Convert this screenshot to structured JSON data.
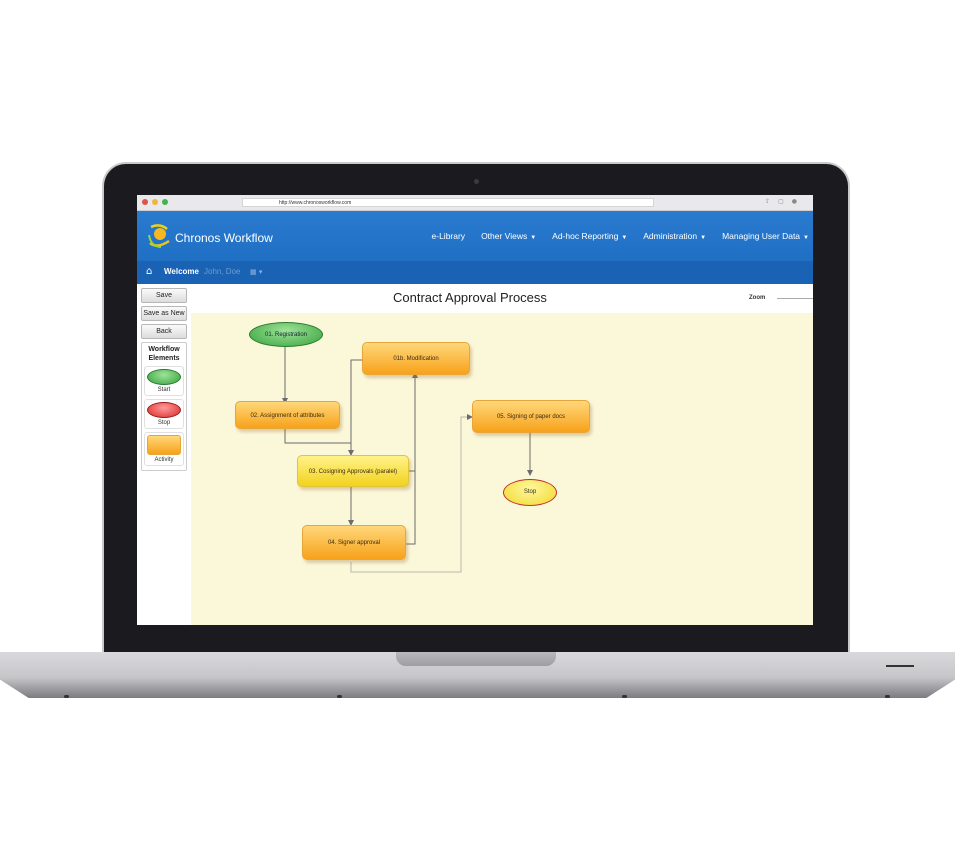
{
  "browser": {
    "url": "http://www.chronosworkflow.com",
    "traffic_lights": [
      "#e0524a",
      "#f2b53a",
      "#3fb54a"
    ],
    "toolbar_icons": [
      "share-icon",
      "tabs-icon",
      "settings-icon"
    ]
  },
  "app": {
    "brand": "Chronos Workflow",
    "nav": [
      {
        "label": "e-Library",
        "dropdown": false
      },
      {
        "label": "Other Views",
        "dropdown": true
      },
      {
        "label": "Ad-hoc Reporting",
        "dropdown": true
      },
      {
        "label": "Administration",
        "dropdown": true
      },
      {
        "label": "Managing User Data",
        "dropdown": true
      }
    ],
    "welcome_label": "Welcome",
    "user_name": "John, Doe",
    "dropdown_caret": "▾"
  },
  "sidebar": {
    "buttons": [
      "Save",
      "Save as New",
      "Back"
    ],
    "palette_title_line1": "Workflow",
    "palette_title_line2": "Elements",
    "palette_items": [
      "Start",
      "Stop",
      "Activity"
    ]
  },
  "page": {
    "title": "Contract Approval Process",
    "zoom_label": "Zoom"
  },
  "workflow": {
    "nodes": [
      {
        "id": "n1",
        "label": "01. Registration",
        "type": "start"
      },
      {
        "id": "n1b",
        "label": "01b. Modification",
        "type": "activity"
      },
      {
        "id": "n2",
        "label": "02. Assignment of attributes",
        "type": "activity"
      },
      {
        "id": "n3",
        "label": "03. Cosigning Approvals (paralel)",
        "type": "activity-highlight"
      },
      {
        "id": "n4",
        "label": "04. Signer approval",
        "type": "activity"
      },
      {
        "id": "n5",
        "label": "05. Signing of paper docs",
        "type": "activity"
      },
      {
        "id": "n6",
        "label": "Stop",
        "type": "stop"
      }
    ],
    "edges": [
      [
        "n1",
        "n2"
      ],
      [
        "n2",
        "n3"
      ],
      [
        "n2",
        "n1b"
      ],
      [
        "n3",
        "n4"
      ],
      [
        "n4",
        "n1b"
      ],
      [
        "n4",
        "n5"
      ],
      [
        "n5",
        "n6"
      ]
    ]
  },
  "colors": {
    "appbar": "#1f6fc4",
    "subbar": "#1a62b4",
    "canvas": "#fbf8da",
    "activity": "#f7a21a",
    "start": "#36a23a",
    "stop_border": "#c03030"
  }
}
